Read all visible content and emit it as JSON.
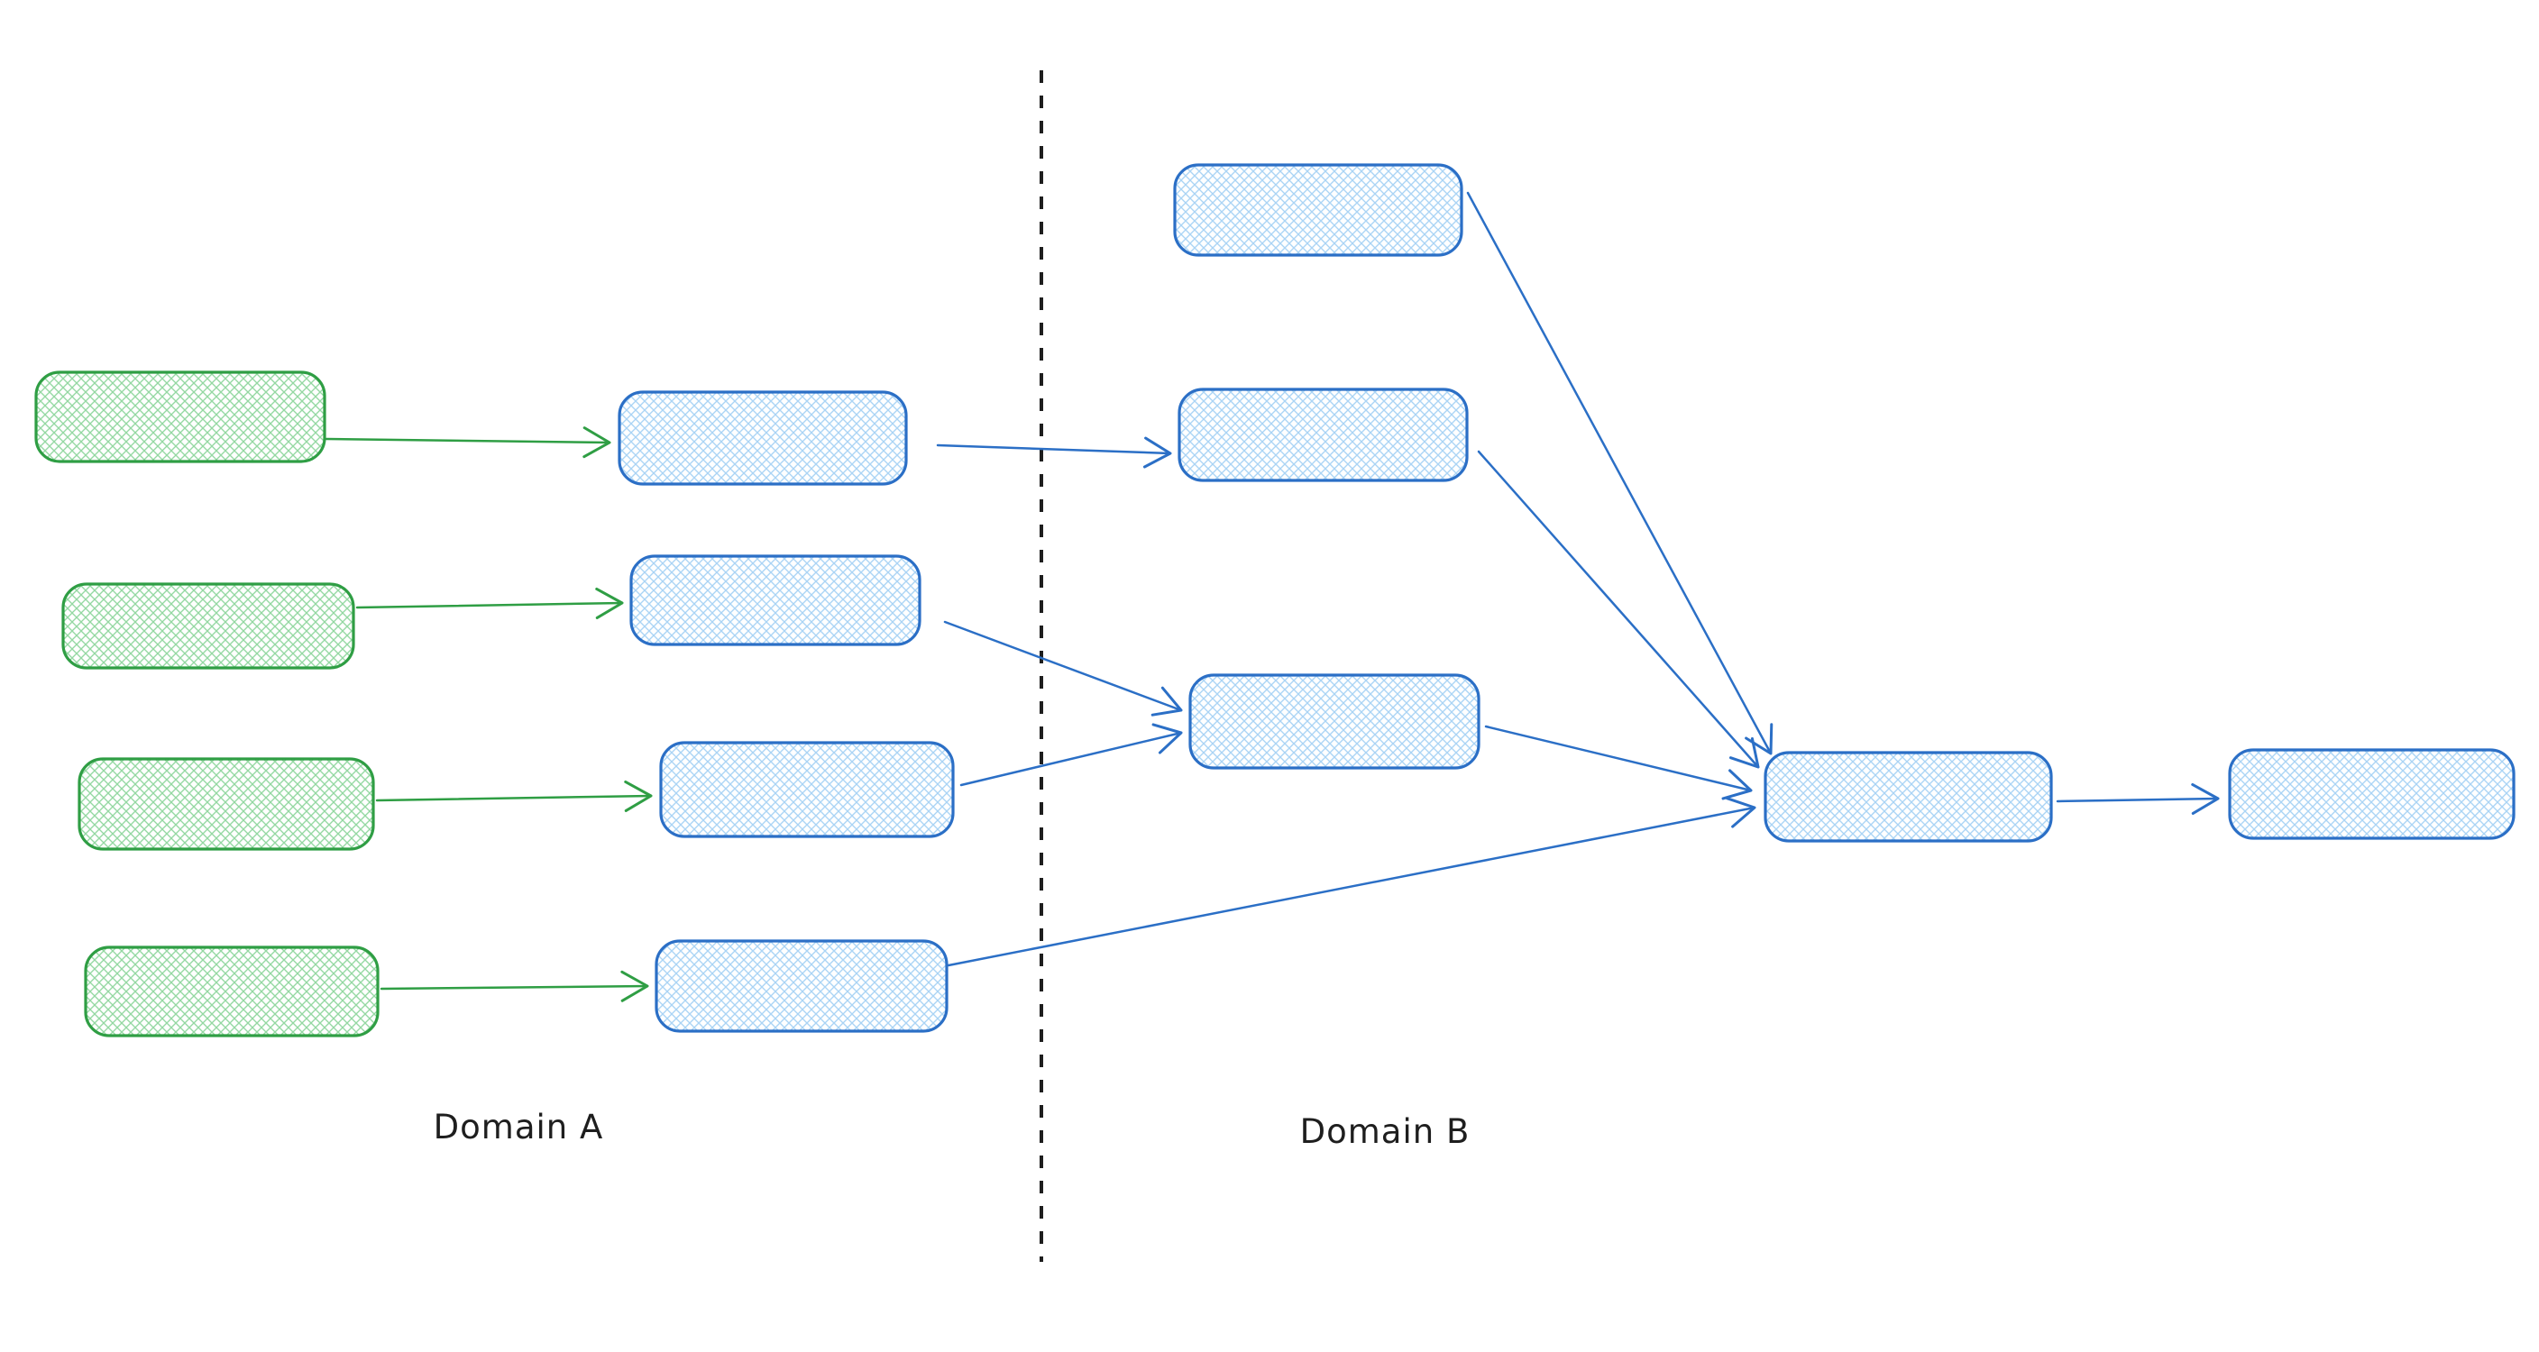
{
  "labels": {
    "domain_a": "Domain A",
    "domain_b": "Domain B"
  },
  "colors": {
    "green_stroke": "#2f9e44",
    "green_hatch": "#94d8a2",
    "blue_stroke": "#2b6fc6",
    "blue_hatch": "#aad4f5",
    "divider": "#1e1e1e",
    "label_text": "#1e1e1e",
    "canvas_bg": "#ffffff"
  },
  "diagram": {
    "type": "flow-diagram",
    "style": "hand-drawn, rounded rectangles with crosshatch fill, no text inside nodes",
    "regions": [
      {
        "id": "domain-a",
        "label": "Domain A",
        "side": "left-of-divider"
      },
      {
        "id": "domain-b",
        "label": "Domain B",
        "side": "right-of-divider"
      }
    ],
    "divider": {
      "kind": "vertical-dashed-line",
      "between": [
        "domain-a",
        "domain-b"
      ]
    },
    "nodes": [
      {
        "id": "source-1",
        "region": "domain-a",
        "style": "green",
        "label": ""
      },
      {
        "id": "source-2",
        "region": "domain-a",
        "style": "green",
        "label": ""
      },
      {
        "id": "source-3",
        "region": "domain-a",
        "style": "green",
        "label": ""
      },
      {
        "id": "source-4",
        "region": "domain-a",
        "style": "green",
        "label": ""
      },
      {
        "id": "stage-a1",
        "region": "domain-a",
        "style": "blue",
        "label": ""
      },
      {
        "id": "stage-a2",
        "region": "domain-a",
        "style": "blue",
        "label": ""
      },
      {
        "id": "stage-a3",
        "region": "domain-a",
        "style": "blue",
        "label": ""
      },
      {
        "id": "stage-a4",
        "region": "domain-a",
        "style": "blue",
        "label": ""
      },
      {
        "id": "node-b1",
        "region": "domain-b",
        "style": "blue",
        "label": ""
      },
      {
        "id": "node-b2",
        "region": "domain-b",
        "style": "blue",
        "label": ""
      },
      {
        "id": "node-b3",
        "region": "domain-b",
        "style": "blue",
        "label": ""
      },
      {
        "id": "hub",
        "region": "domain-b",
        "style": "blue",
        "label": ""
      },
      {
        "id": "output",
        "region": "domain-b",
        "style": "blue",
        "label": ""
      }
    ],
    "edges": [
      {
        "from": "source-1",
        "to": "stage-a1",
        "color": "green"
      },
      {
        "from": "source-2",
        "to": "stage-a2",
        "color": "green"
      },
      {
        "from": "source-3",
        "to": "stage-a3",
        "color": "green"
      },
      {
        "from": "source-4",
        "to": "stage-a4",
        "color": "green"
      },
      {
        "from": "stage-a1",
        "to": "node-b2",
        "color": "blue"
      },
      {
        "from": "stage-a2",
        "to": "node-b3",
        "color": "blue"
      },
      {
        "from": "stage-a3",
        "to": "node-b3",
        "color": "blue"
      },
      {
        "from": "stage-a4",
        "to": "hub",
        "color": "blue"
      },
      {
        "from": "node-b1",
        "to": "hub",
        "color": "blue"
      },
      {
        "from": "node-b2",
        "to": "hub",
        "color": "blue"
      },
      {
        "from": "node-b3",
        "to": "hub",
        "color": "blue"
      },
      {
        "from": "hub",
        "to": "output",
        "color": "blue"
      }
    ]
  }
}
